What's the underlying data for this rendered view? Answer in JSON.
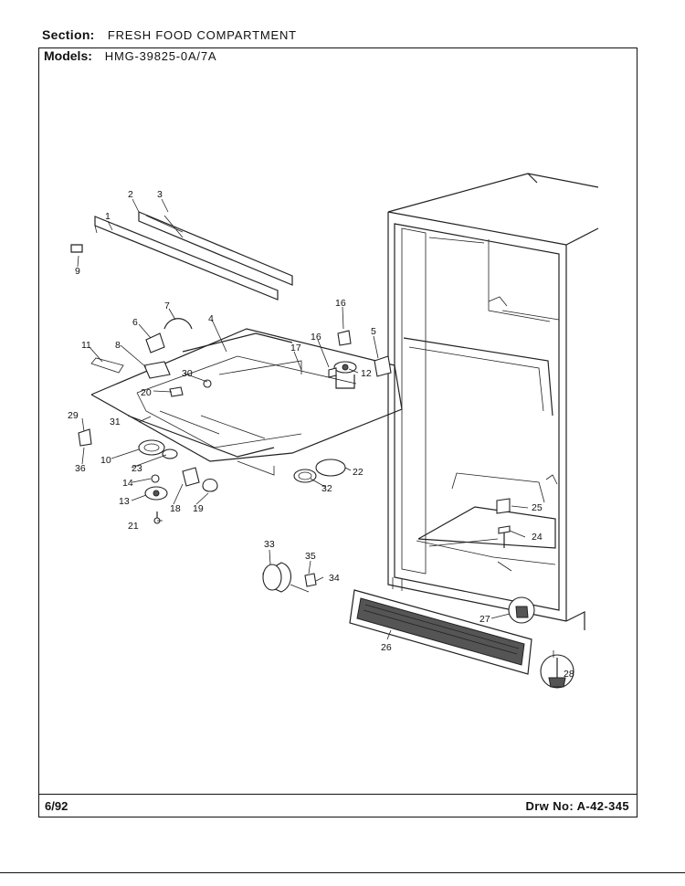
{
  "header": {
    "section_label": "Section:",
    "section_value": "FRESH FOOD COMPARTMENT",
    "models_label": "Models:",
    "models_value": "HMG-39825-0A/7A"
  },
  "footer": {
    "date": "6/92",
    "drawing_number": "Drw No: A-42-345"
  },
  "parts": {
    "p1": "1",
    "p2": "2",
    "p3": "3",
    "p4": "4",
    "p5": "5",
    "p6": "6",
    "p7": "7",
    "p8": "8",
    "p9": "9",
    "p10": "10",
    "p11": "11",
    "p12": "12",
    "p13": "13",
    "p14": "14",
    "p16a": "16",
    "p16b": "16",
    "p17": "17",
    "p18": "18",
    "p19": "19",
    "p20": "20",
    "p21": "21",
    "p22": "22",
    "p23": "23",
    "p24": "24",
    "p25": "25",
    "p26": "26",
    "p27": "27",
    "p28": "28",
    "p29": "29",
    "p30": "30",
    "p31": "31",
    "p32": "32",
    "p33": "33",
    "p34": "34",
    "p35": "35",
    "p36": "36"
  }
}
